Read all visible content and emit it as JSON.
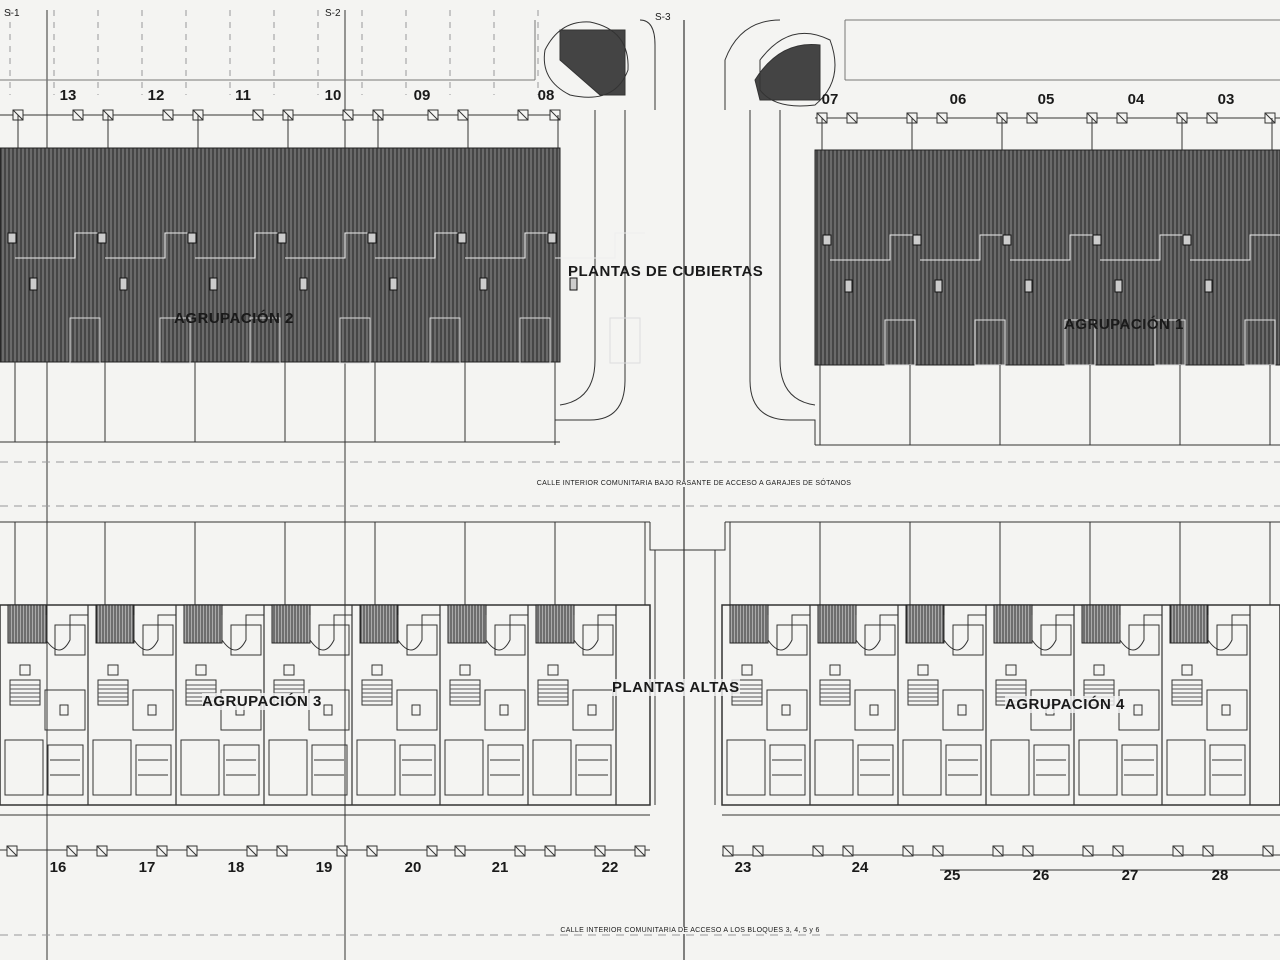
{
  "section_marks": [
    "S-1",
    "S-2",
    "S-3"
  ],
  "top_lots": [
    "13",
    "12",
    "11",
    "10",
    "09",
    "08",
    "07",
    "06",
    "05",
    "04",
    "03"
  ],
  "bottom_lots": [
    "16",
    "17",
    "18",
    "19",
    "20",
    "21",
    "22",
    "23",
    "24",
    "25",
    "26",
    "27",
    "28"
  ],
  "titles": {
    "roofs": "PLANTAS DE CUBIERTAS",
    "upper": "PLANTAS ALTAS"
  },
  "groups": {
    "g1": "AGRUPACIÓN 1",
    "g2": "AGRUPACIÓN 2",
    "g3": "AGRUPACIÓN 3",
    "g4": "AGRUPACIÓN 4"
  },
  "streets": {
    "middle": "CALLE INTERIOR COMUNITARIA BAJO RASANTE DE ACCESO A GARAJES DE SÓTANOS",
    "bottom": "CALLE INTERIOR COMUNITARIA DE ACCESO A LOS BLOQUES 3, 4, 5 y 6"
  },
  "colors": {
    "paper": "#f4f4f2",
    "ink": "#222222",
    "hatch": "#555555"
  }
}
